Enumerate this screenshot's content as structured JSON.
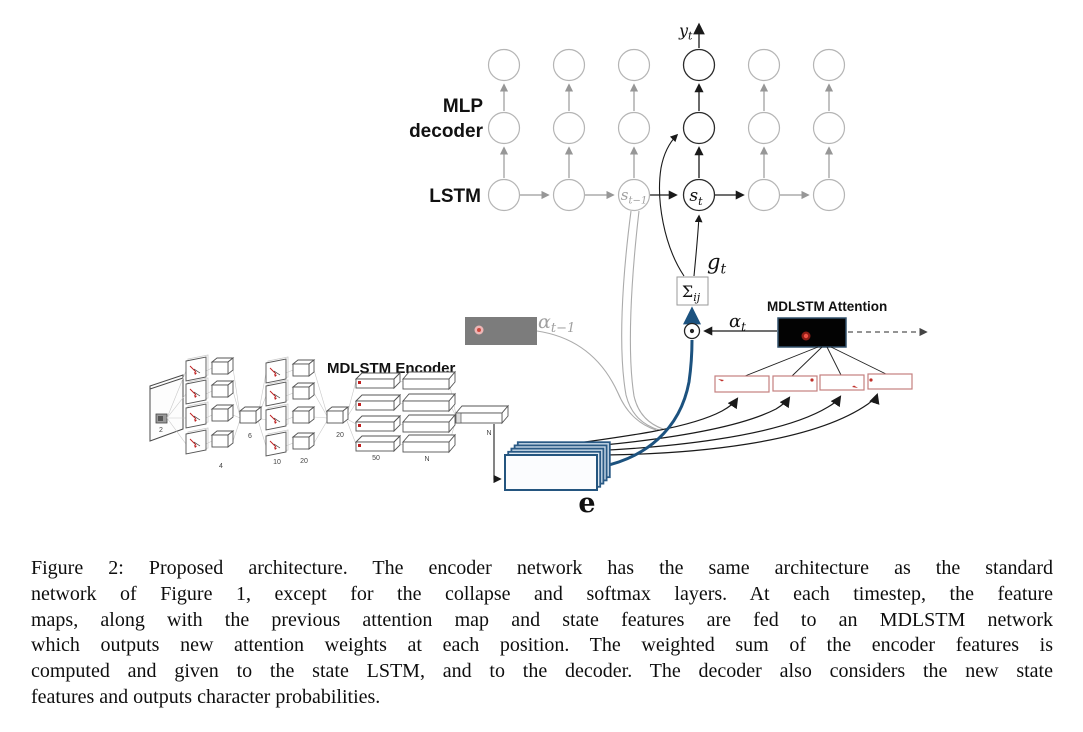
{
  "figure": {
    "top_labels": {
      "mlp": "MLP",
      "decoder": "decoder",
      "lstm": "LSTM"
    },
    "output_y": {
      "base": "y",
      "sub": "t"
    },
    "state_prev": {
      "base": "s",
      "sub": "t−1"
    },
    "state_cur": {
      "base": "s",
      "sub": "t"
    },
    "g": {
      "base": "g",
      "sub": "t"
    },
    "sum": {
      "base": "Σ",
      "sub": "ij"
    },
    "alpha_cur": {
      "base": "α",
      "sub": "t"
    },
    "alpha_prev": {
      "base": "α",
      "sub": "t−1"
    },
    "attention_title": "MDLSTM Attention",
    "encoder_title": "MDLSTM Encoder",
    "feature_label": "e",
    "encoder_nums": [
      "2",
      "4",
      "6",
      "10",
      "20",
      "20",
      "50",
      "N",
      "N"
    ]
  },
  "caption": {
    "lines": [
      "Figure 2: Proposed architecture. The encoder network has the same architecture as the standard",
      "network of Figure 1, except for the collapse and softmax layers. At each timestep, the feature",
      "maps, along with the previous attention map and state features are fed to an MDLSTM network",
      "which outputs new attention weights at each position. The weighted sum of the encoder features is",
      "computed and given to the state LSTM, and to the decoder. The decoder also considers the new state",
      "features and outputs character probabilities."
    ]
  },
  "colors": {
    "accent_blue": "#1c527f",
    "attention_box": "#000000",
    "prev_map_gray": "#7c7c7c",
    "red_box_border": "#c4807f",
    "attention_dot": "#e8463a"
  }
}
